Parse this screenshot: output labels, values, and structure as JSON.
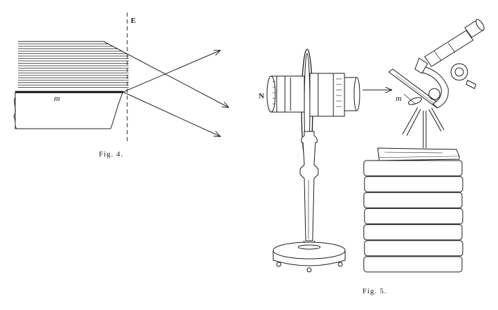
{
  "figure4": {
    "caption": "Fig. 4.",
    "label_e": "E",
    "label_m": "m"
  },
  "figure5": {
    "caption": "Fig. 5.",
    "label_n": "N",
    "label_m": "m"
  }
}
